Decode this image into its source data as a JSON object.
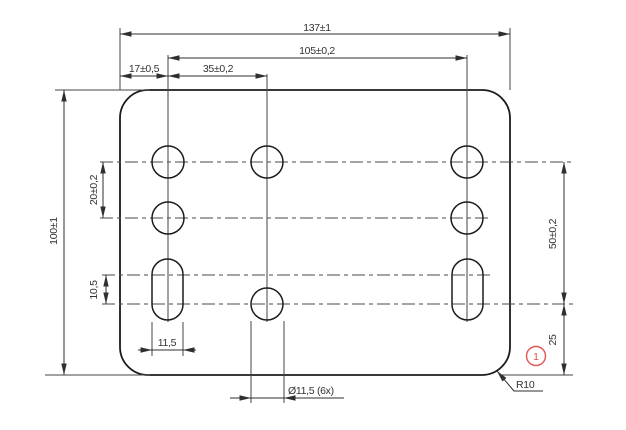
{
  "drawing": {
    "dims": {
      "total_width": "137±1",
      "hole_span": "105±0,2",
      "edge_offset": "17±0,5",
      "column_pitch": "35±0,2",
      "total_height": "100±1",
      "row_pitch": "20±0,2",
      "slot_center_pitch": "10,5",
      "slot_width": "11,5",
      "right_span": "50±0,2",
      "bottom_offset": "25",
      "hole_callout": "Ø11,5 (6x)",
      "corner_radius": "R10"
    },
    "balloon": {
      "label": "1"
    },
    "colors": {
      "line": "#2f2f2f",
      "outline": "#1c1c1c",
      "accent_red": "#e05252",
      "background": "#ffffff"
    }
  }
}
